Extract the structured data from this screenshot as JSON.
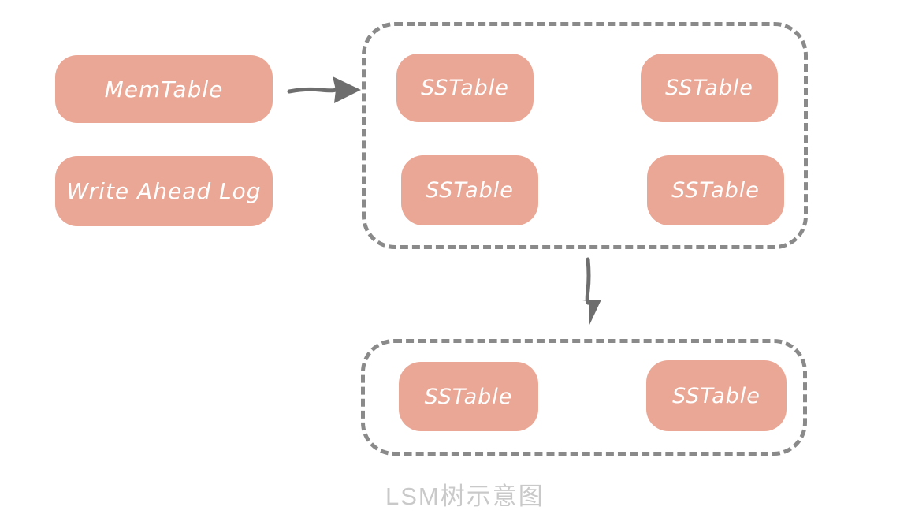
{
  "caption": "LSM树示意图",
  "nodes": {
    "memtable": "MemTable",
    "write_ahead_log": "Write Ahead Log"
  },
  "level1": {
    "sstables": [
      "SSTable",
      "SSTable",
      "SSTable",
      "SSTable"
    ]
  },
  "level2": {
    "sstables": [
      "SSTable",
      "SSTable"
    ]
  },
  "icons": {
    "arrow_right": "arrow-right-icon",
    "arrow_down": "arrow-down-icon"
  },
  "colors": {
    "node_fill": "#EBA795",
    "node_text": "#FFFFFF",
    "group_border": "#8A8A8A",
    "arrow": "#6E6E6E",
    "caption_text": "#C9C9C9"
  }
}
